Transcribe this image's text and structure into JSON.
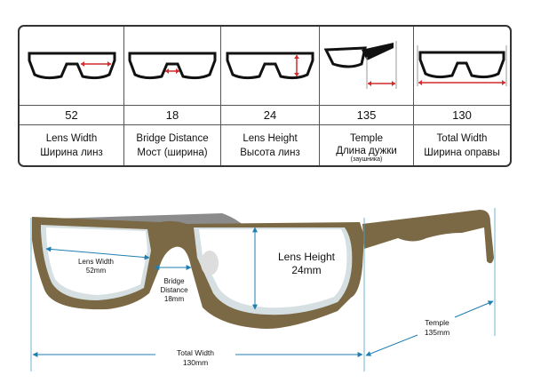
{
  "table": {
    "columns": [
      {
        "value": "52",
        "label_en": "Lens Width",
        "label_ru": "Ширина линз",
        "icon": "lens-width-icon"
      },
      {
        "value": "18",
        "label_en": "Bridge Distance",
        "label_ru": "Мост (ширина)",
        "icon": "bridge-distance-icon"
      },
      {
        "value": "24",
        "label_en": "Lens Height",
        "label_ru": "Высота линз",
        "icon": "lens-height-icon"
      },
      {
        "value": "135",
        "label_en": "Temple",
        "label_ru": "Длина дужки",
        "label_note": "(заушника)",
        "icon": "temple-length-icon"
      },
      {
        "value": "130",
        "label_en": "Total Width",
        "label_ru": "Ширина оправы",
        "icon": "total-width-icon"
      }
    ]
  },
  "diagram": {
    "lens_width": {
      "label": "Lens Width",
      "value": "52mm"
    },
    "bridge": {
      "label1": "Bridge",
      "label2": "Distance",
      "value": "18mm"
    },
    "lens_height": {
      "label": "Lens Height",
      "value": "24mm"
    },
    "temple": {
      "label": "Temple",
      "value": "135mm"
    },
    "total_width": {
      "label": "Total Width",
      "value": "130mm"
    },
    "colors": {
      "frame": "#7b6844",
      "arrow": "#1f7fb0",
      "red": "#d42a2a"
    }
  }
}
